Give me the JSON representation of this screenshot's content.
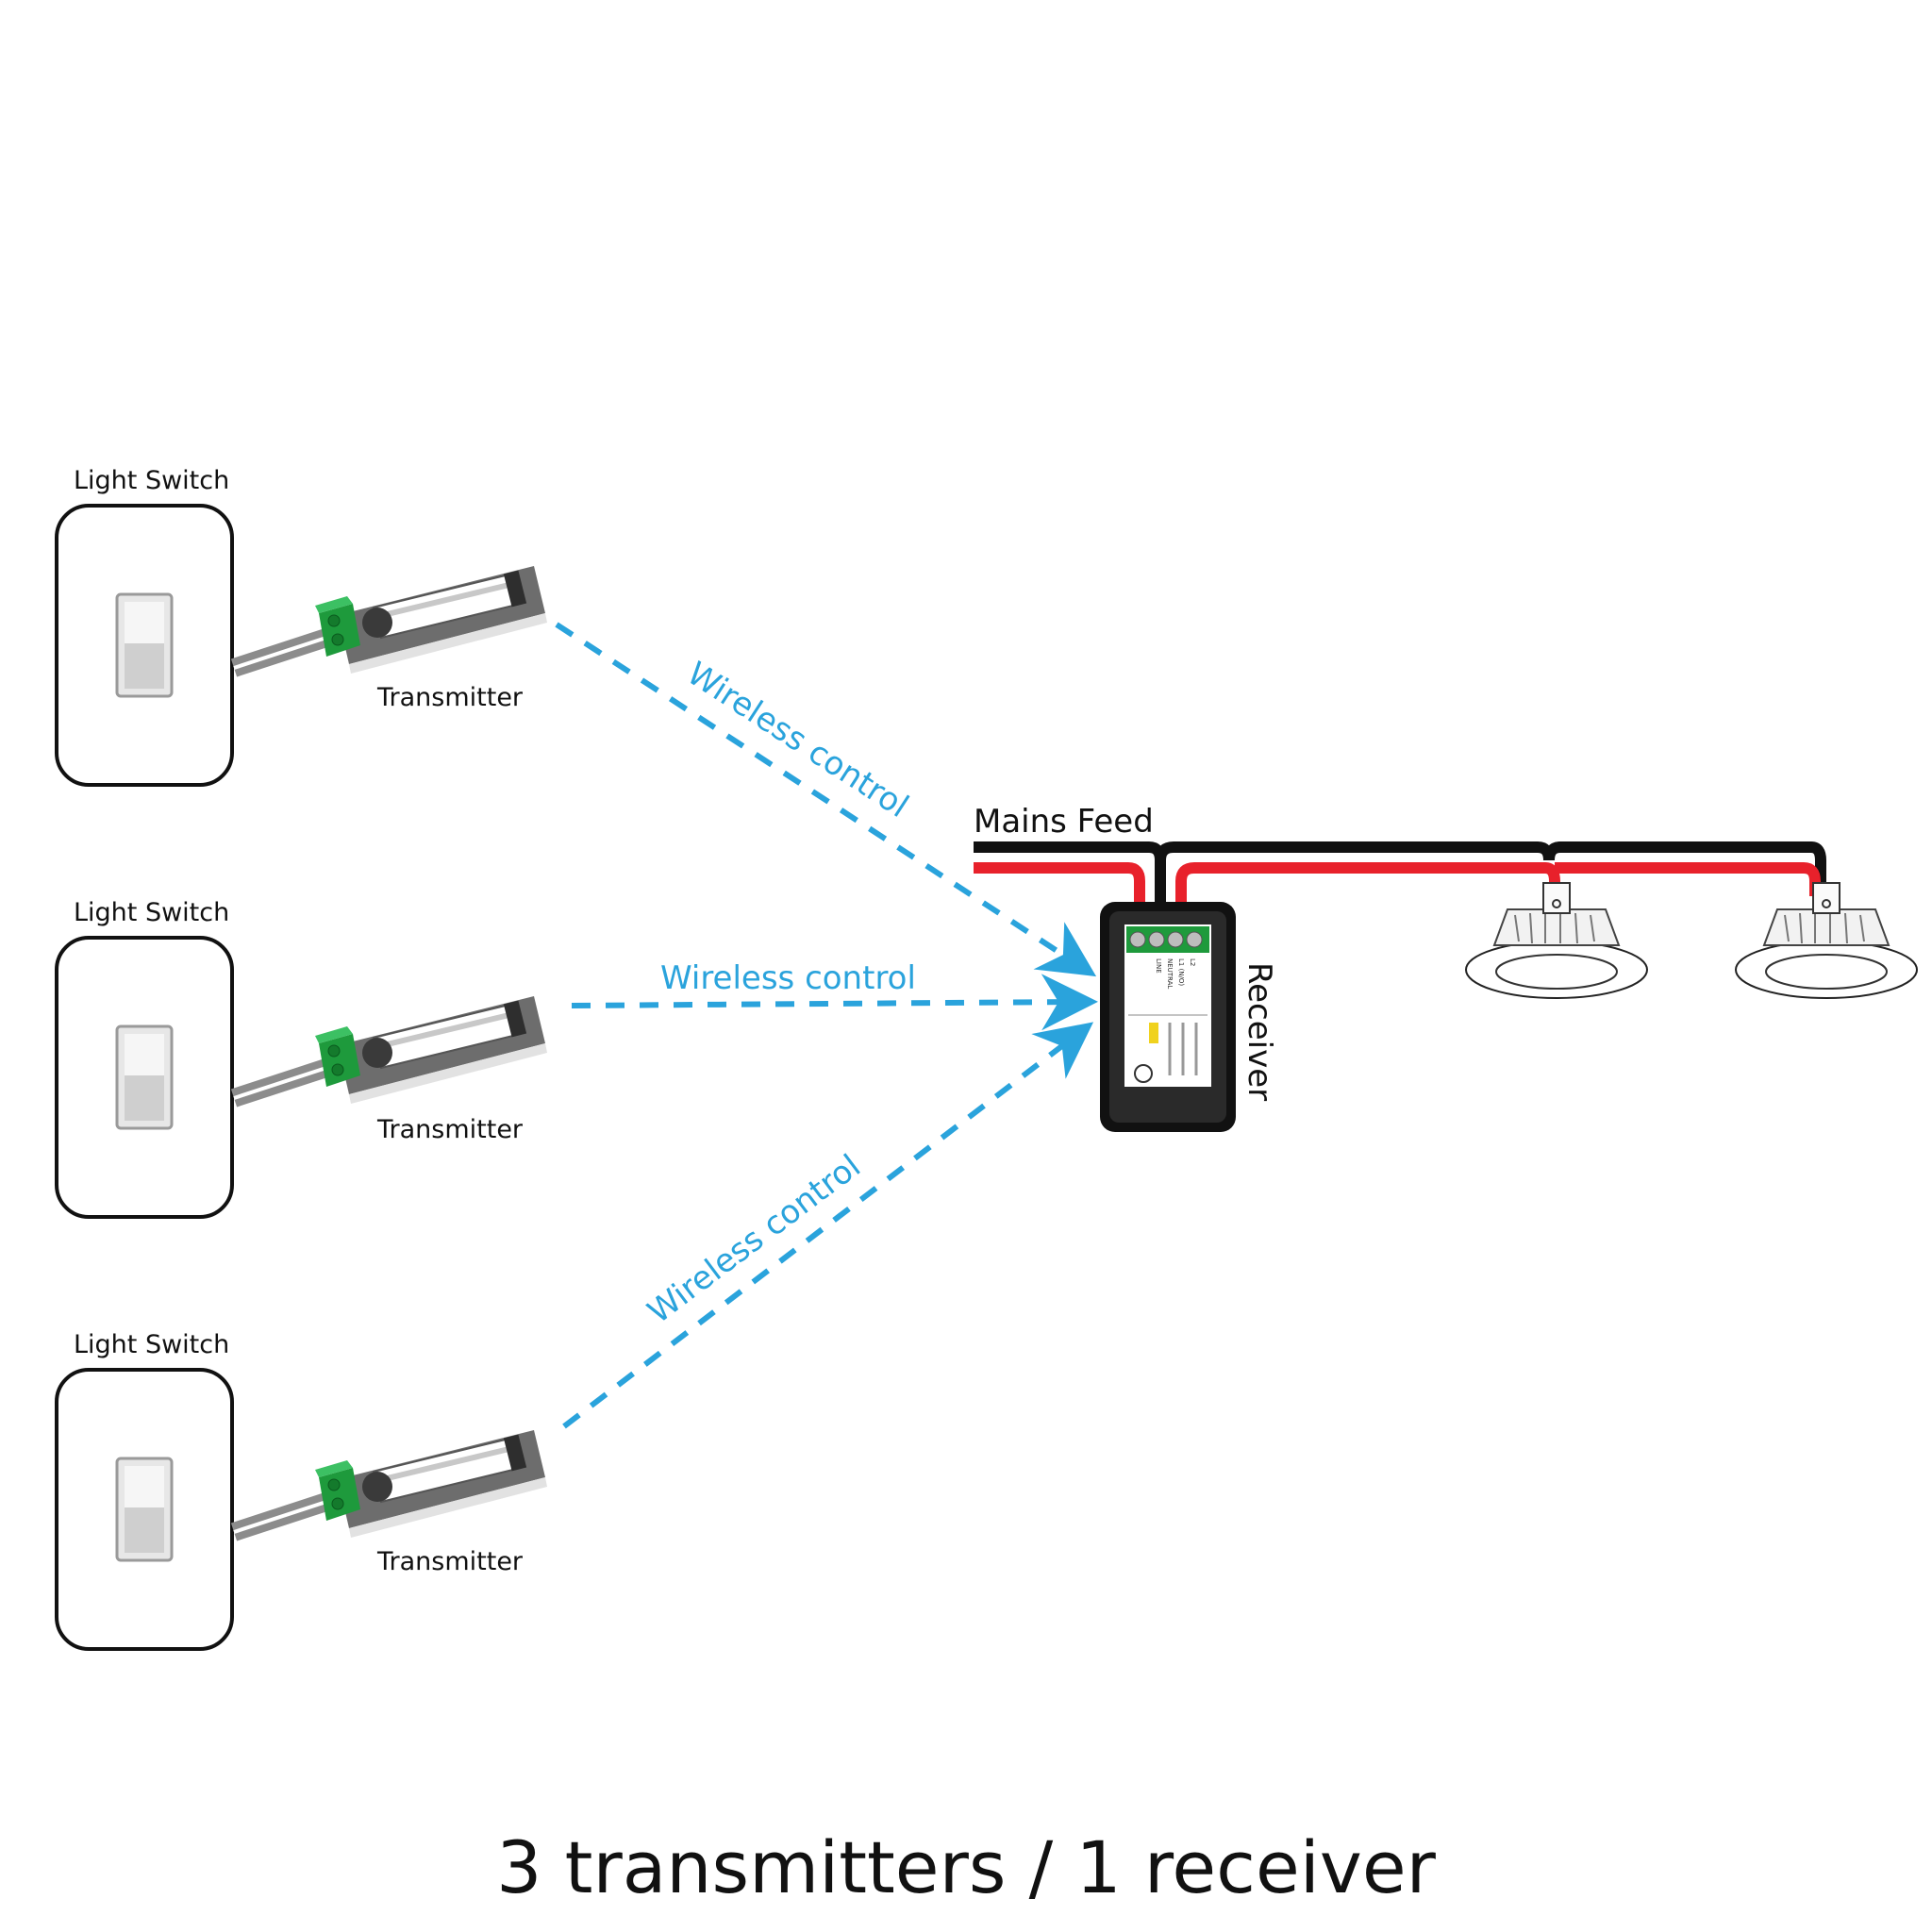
{
  "switches": [
    {
      "label": "Light Switch",
      "transmitter_label": "Transmitter",
      "link_label": "Wireless control"
    },
    {
      "label": "Light Switch",
      "transmitter_label": "Transmitter",
      "link_label": "Wireless control"
    },
    {
      "label": "Light Switch",
      "transmitter_label": "Transmitter",
      "link_label": "Wireless control"
    }
  ],
  "mains_label": "Mains Feed",
  "receiver": {
    "label": "Receiver",
    "terminals": [
      "L2",
      "L1 (N/O)",
      "NEUTRAL",
      "LINE"
    ]
  },
  "caption": "3 transmitters / 1 receiver",
  "colors": {
    "wireless": "#2aa3dc",
    "live_wire": "#e8212b",
    "neutral_wire": "#111111",
    "terminal_block": "#1e9a3c"
  }
}
